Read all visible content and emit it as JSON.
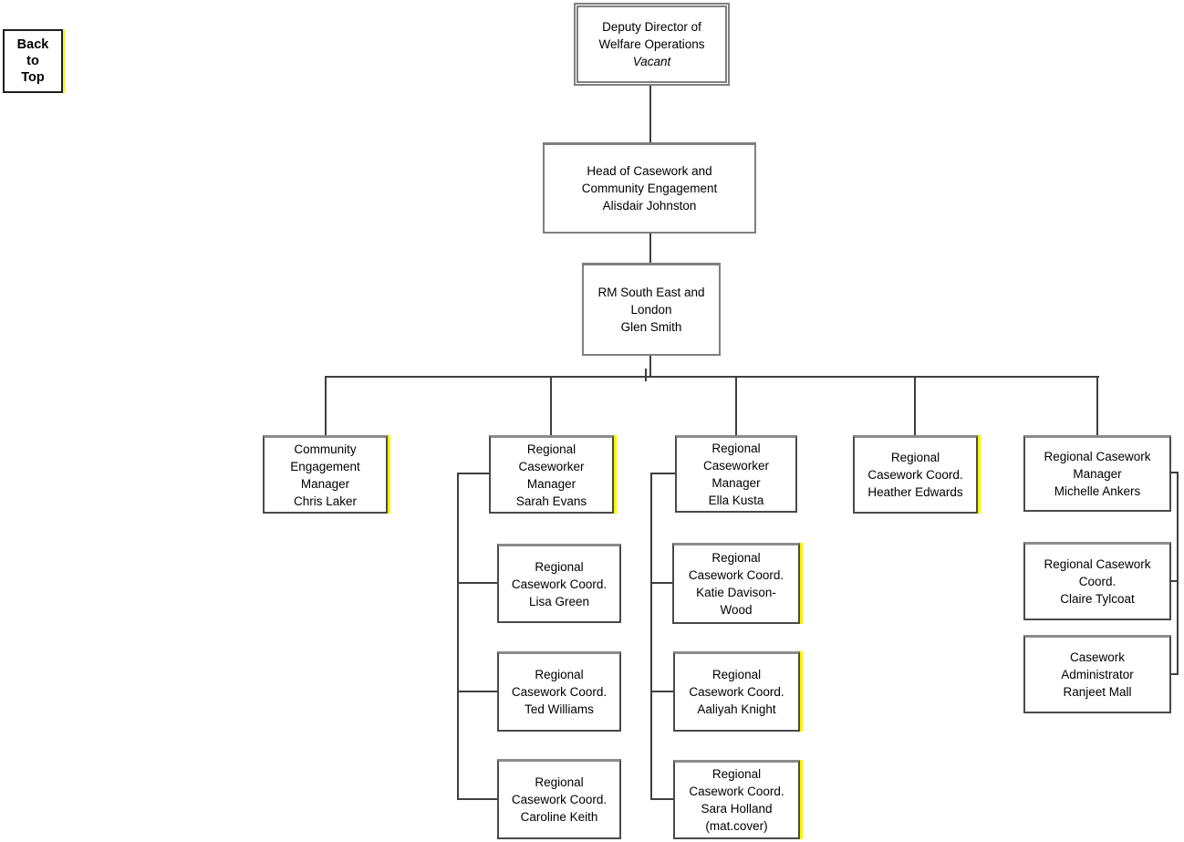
{
  "colors": {
    "background": "#ffffff",
    "box_border_gray": "#7f7f7f",
    "box_border_dark": "#4a4a4a",
    "connector": "#3f3f3f",
    "highlight_yellow": "#fdf200",
    "text": "#000000"
  },
  "back_to_top": {
    "label": "Back\nto\nTop"
  },
  "org_chart": {
    "nodes": {
      "deputy": {
        "role": "Deputy Director of\nWelfare Operations",
        "name": "Vacant"
      },
      "head": {
        "role": "Head of Casework and\nCommunity Engagement",
        "name": "Alisdair Johnston"
      },
      "rm": {
        "role": "RM South East and\nLondon",
        "name": "Glen Smith"
      },
      "chris": {
        "role": "Community\nEngagement\nManager",
        "name": "Chris Laker"
      },
      "sarah": {
        "role": "Regional\nCaseworker\nManager",
        "name": "Sarah Evans"
      },
      "ella": {
        "role": "Regional\nCaseworker\nManager",
        "name": "Ella Kusta"
      },
      "heather": {
        "role": "Regional\nCasework Coord.",
        "name": "Heather Edwards"
      },
      "michelle": {
        "role": "Regional Casework\nManager",
        "name": "Michelle Ankers"
      },
      "lisa": {
        "role": "Regional\nCasework Coord.",
        "name": "Lisa Green"
      },
      "ted": {
        "role": "Regional\nCasework Coord.",
        "name": "Ted Williams"
      },
      "caroline": {
        "role": "Regional\nCasework Coord.",
        "name": "Caroline Keith"
      },
      "katie": {
        "role": "Regional\nCasework Coord.",
        "name": "Katie Davison-\nWood"
      },
      "aaliyah": {
        "role": "Regional\nCasework Coord.",
        "name": "Aaliyah Knight"
      },
      "sara": {
        "role": "Regional\nCasework Coord.",
        "name": "Sara Holland\n(mat.cover)"
      },
      "claire": {
        "role": "Regional Casework\nCoord.",
        "name": "Claire Tylcoat"
      },
      "ranjeet": {
        "role": "Casework\nAdministrator",
        "name": "Ranjeet Mall"
      }
    }
  }
}
